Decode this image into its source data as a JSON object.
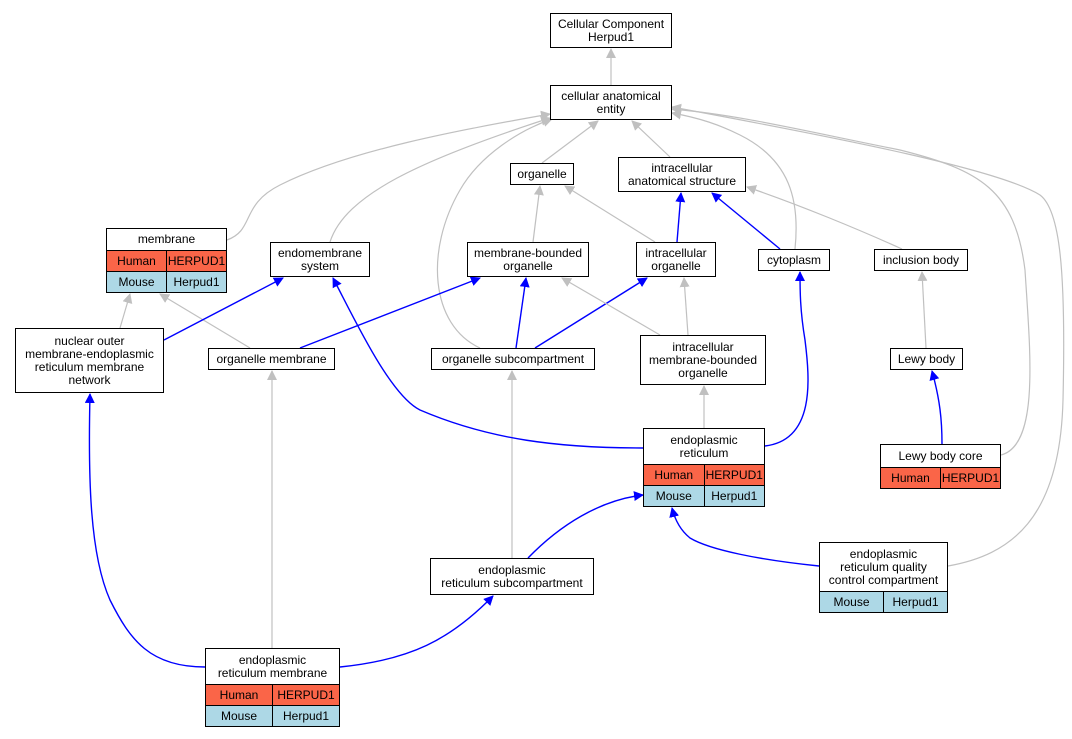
{
  "diagram": {
    "colors": {
      "is_a_edge": "#c0c0c0",
      "part_of_edge": "#0000ff",
      "human_row": "#fa6548",
      "mouse_row": "#add8e6",
      "node_border": "#000000"
    },
    "nodes": [
      {
        "id": "cc_root",
        "label": "Cellular Component\nHerpud1"
      },
      {
        "id": "cae",
        "label": "cellular anatomical\nentity"
      },
      {
        "id": "organelle",
        "label": "organelle"
      },
      {
        "id": "ias",
        "label": "intracellular\nanatomical structure"
      },
      {
        "id": "membrane",
        "label": "membrane",
        "annotations": [
          {
            "species": "Human",
            "gene": "HERPUD1"
          },
          {
            "species": "Mouse",
            "gene": "Herpud1"
          }
        ]
      },
      {
        "id": "endomem",
        "label": "endomembrane\nsystem"
      },
      {
        "id": "mbo",
        "label": "membrane-bounded\norganelle"
      },
      {
        "id": "io",
        "label": "intracellular\norganelle"
      },
      {
        "id": "cytoplasm",
        "label": "cytoplasm"
      },
      {
        "id": "inclusion",
        "label": "inclusion body"
      },
      {
        "id": "nuclear",
        "label": "nuclear outer\nmembrane-endoplasmic\nreticulum membrane\nnetwork"
      },
      {
        "id": "orgmem",
        "label": "organelle membrane"
      },
      {
        "id": "orgsub",
        "label": "organelle subcompartment"
      },
      {
        "id": "imbo",
        "label": "intracellular\nmembrane-bounded\norganelle"
      },
      {
        "id": "lewy",
        "label": "Lewy body"
      },
      {
        "id": "er",
        "label": "endoplasmic\nreticulum",
        "annotations": [
          {
            "species": "Human",
            "gene": "HERPUD1"
          },
          {
            "species": "Mouse",
            "gene": "Herpud1"
          }
        ]
      },
      {
        "id": "lewycore",
        "label": "Lewy body core",
        "annotations": [
          {
            "species": "Human",
            "gene": "HERPUD1"
          }
        ]
      },
      {
        "id": "ersub",
        "label": "endoplasmic\nreticulum subcompartment"
      },
      {
        "id": "erqc",
        "label": "endoplasmic\nreticulum quality\ncontrol compartment",
        "annotations": [
          {
            "species": "Mouse",
            "gene": "Herpud1"
          }
        ]
      },
      {
        "id": "ermem",
        "label": "endoplasmic\nreticulum membrane",
        "annotations": [
          {
            "species": "Human",
            "gene": "HERPUD1"
          },
          {
            "species": "Mouse",
            "gene": "Herpud1"
          }
        ]
      }
    ],
    "edges": [
      {
        "from": "cae",
        "to": "cc_root",
        "type": "is_a"
      },
      {
        "from": "organelle",
        "to": "cae",
        "type": "is_a"
      },
      {
        "from": "ias",
        "to": "cae",
        "type": "is_a"
      },
      {
        "from": "membrane",
        "to": "cae",
        "type": "is_a"
      },
      {
        "from": "endomem",
        "to": "cae",
        "type": "is_a"
      },
      {
        "from": "orgsub",
        "to": "cae",
        "type": "is_a"
      },
      {
        "from": "cytoplasm",
        "to": "cae",
        "type": "is_a"
      },
      {
        "from": "lewycore",
        "to": "cae",
        "type": "is_a"
      },
      {
        "from": "erqc",
        "to": "cae",
        "type": "is_a"
      },
      {
        "from": "mbo",
        "to": "organelle",
        "type": "is_a"
      },
      {
        "from": "io",
        "to": "organelle",
        "type": "is_a"
      },
      {
        "from": "io",
        "to": "ias",
        "type": "part_of"
      },
      {
        "from": "cytoplasm",
        "to": "ias",
        "type": "part_of"
      },
      {
        "from": "inclusion",
        "to": "ias",
        "type": "is_a"
      },
      {
        "from": "nuclear",
        "to": "membrane",
        "type": "is_a"
      },
      {
        "from": "orgmem",
        "to": "membrane",
        "type": "is_a"
      },
      {
        "from": "nuclear",
        "to": "endomem",
        "type": "part_of"
      },
      {
        "from": "orgmem",
        "to": "mbo",
        "type": "part_of"
      },
      {
        "from": "orgsub",
        "to": "mbo",
        "type": "part_of"
      },
      {
        "from": "orgsub",
        "to": "io",
        "type": "part_of"
      },
      {
        "from": "imbo",
        "to": "mbo",
        "type": "is_a"
      },
      {
        "from": "imbo",
        "to": "io",
        "type": "is_a"
      },
      {
        "from": "lewy",
        "to": "inclusion",
        "type": "is_a"
      },
      {
        "from": "ermem",
        "to": "orgmem",
        "type": "is_a"
      },
      {
        "from": "ersub",
        "to": "orgsub",
        "type": "is_a"
      },
      {
        "from": "er",
        "to": "imbo",
        "type": "is_a"
      },
      {
        "from": "er",
        "to": "endomem",
        "type": "part_of"
      },
      {
        "from": "er",
        "to": "cytoplasm",
        "type": "part_of"
      },
      {
        "from": "lewycore",
        "to": "lewy",
        "type": "part_of"
      },
      {
        "from": "ersub",
        "to": "er",
        "type": "part_of"
      },
      {
        "from": "erqc",
        "to": "er",
        "type": "part_of"
      },
      {
        "from": "ermem",
        "to": "nuclear",
        "type": "part_of"
      },
      {
        "from": "ermem",
        "to": "ersub",
        "type": "part_of"
      }
    ]
  }
}
